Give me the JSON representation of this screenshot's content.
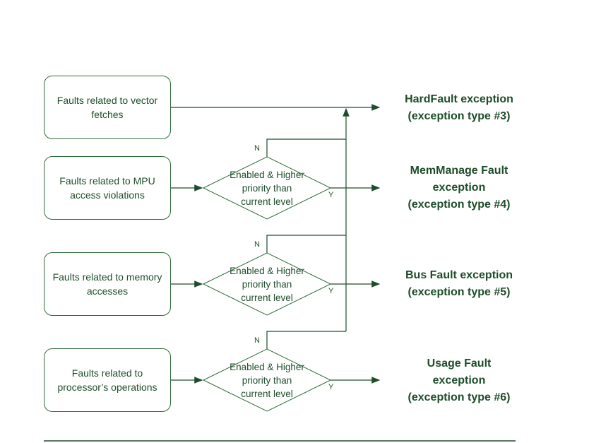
{
  "sources": [
    {
      "label": "Faults related to vector\nfetches"
    },
    {
      "label": "Faults related to MPU\naccess violations"
    },
    {
      "label": "Faults related to memory\naccesses"
    },
    {
      "label": "Faults related to\nprocessor’s operations"
    }
  ],
  "decision_label": "Enabled & Higher\npriority than\ncurrent level",
  "no_label": "N",
  "yes_label": "Y",
  "exceptions": [
    {
      "label": "HardFault exception\n(exception type #3)"
    },
    {
      "label": "MemManage Fault\nexception\n(exception type #4)"
    },
    {
      "label": "Bus Fault exception\n(exception type #5)"
    },
    {
      "label": "Usage Fault\nexception\n(exception type #6)"
    }
  ],
  "colors": {
    "line": "#1e4d2b",
    "text": "#1e4d2b",
    "box_border": "#2e6b3a"
  }
}
